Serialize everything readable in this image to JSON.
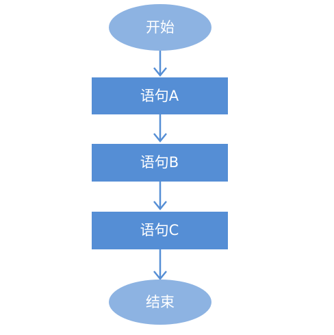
{
  "flowchart": {
    "start": {
      "label": "开始"
    },
    "steps": [
      {
        "label": "语句A"
      },
      {
        "label": "语句B"
      },
      {
        "label": "语句C"
      }
    ],
    "end": {
      "label": "结束"
    }
  },
  "colors": {
    "terminal_fill": "#8db3e2",
    "process_fill": "#558ed5",
    "process_border": "#4f81bd",
    "arrow": "#558ed5",
    "text": "#ffffff"
  }
}
